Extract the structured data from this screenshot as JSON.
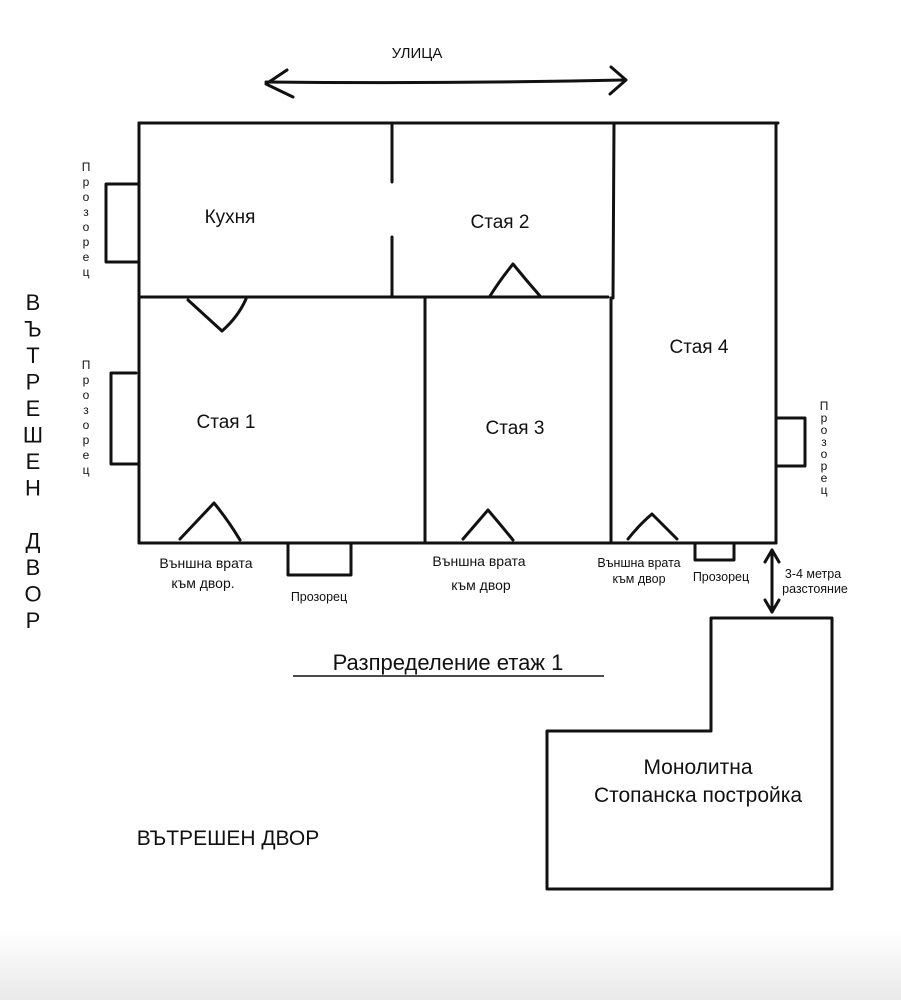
{
  "street": "УЛИЦА",
  "rooms": {
    "kitchen": "Кухня",
    "room1": "Стая 1",
    "room2": "Стая 2",
    "room3": "Стая 3",
    "room4": "Стая 4"
  },
  "window_vertical": "Прозорец",
  "left_yard_vertical": "ВЪТРЕШЕН ДВОР",
  "doors": {
    "door1_line1": "Външна врата",
    "door1_line2": "към двор.",
    "door3_line1": "Външна врата",
    "door3_line2": "към двор",
    "door4_line1": "Външна врата",
    "door4_line2": "към двор"
  },
  "window_bottom_1": "Прозорец",
  "window_bottom_2": "Прозорец",
  "distance_line1": "3-4 метра",
  "distance_line2": "разстояние",
  "plan_title": "Разпределение етаж 1",
  "building_line1": "Монолитна",
  "building_line2": "Стопанска постройка",
  "yard_bottom": "ВЪТРЕШЕН  ДВОР",
  "colors": {
    "ink": "#111111",
    "background": "#ffffff"
  }
}
